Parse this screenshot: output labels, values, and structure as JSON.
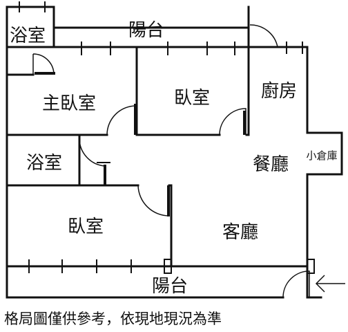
{
  "rooms": {
    "bath_top": "浴室",
    "balcony_top": "陽台",
    "master_bedroom": "主臥室",
    "bedroom_middle": "臥室",
    "kitchen": "廚房",
    "storage": "小倉庫",
    "dining": "餐廳",
    "bath_middle": "浴室",
    "bedroom_bottom": "臥室",
    "living": "客廳",
    "balcony_bottom": "陽台"
  },
  "caption": "格局圖僅供參考，依現地現況為準",
  "colors": {
    "line": "#111111",
    "background": "#ffffff"
  }
}
